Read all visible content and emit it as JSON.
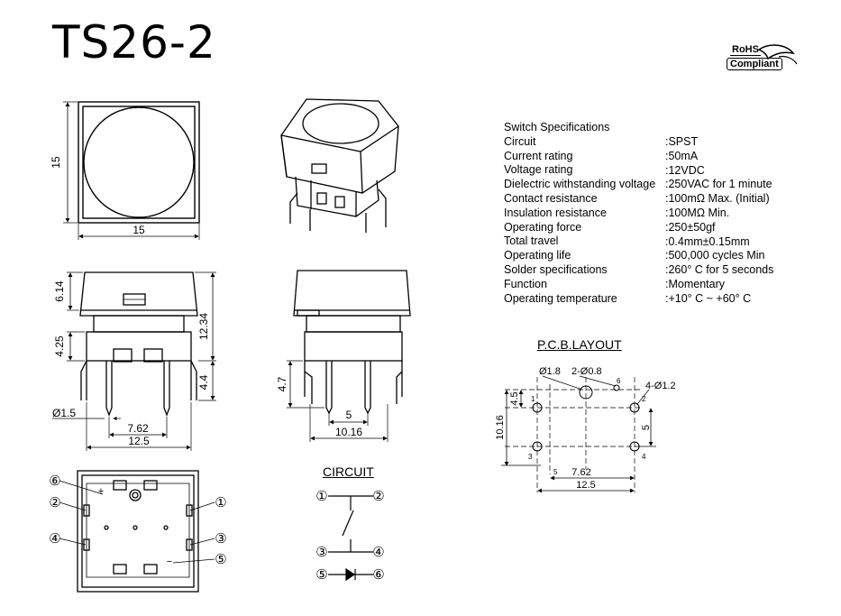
{
  "title": "TS26-2",
  "rohs": {
    "line1": "RoHS",
    "line2": "Compliant"
  },
  "specs": {
    "heading": "Switch Specifications",
    "items": [
      {
        "label": "Circuit",
        "value": ":SPST"
      },
      {
        "label": "Current rating",
        "value": ":50mA"
      },
      {
        "label": "Voltage rating",
        "value": ":12VDC"
      },
      {
        "label": "Dielectric withstanding voltage",
        "value": ":250VAC for 1 minute"
      },
      {
        "label": "Contact resistance",
        "value": ":100mΩ   Max. (Initial)"
      },
      {
        "label": "Insulation resistance",
        "value": ":100MΩ   Min."
      },
      {
        "label": "Operating force",
        "value": ":250±50gf"
      },
      {
        "label": "Total travel",
        "value": ":0.4mm±0.15mm"
      },
      {
        "label": "Operating life",
        "value": ":500,000 cycles Min"
      },
      {
        "label": "Solder specifications",
        "value": ":260°  C for 5 seconds"
      },
      {
        "label": "Function",
        "value": ":Momentary"
      },
      {
        "label": "Operating temperature",
        "value": ":+10°  C ~ +60°  C"
      }
    ]
  },
  "top_view": {
    "dim_h": "15",
    "dim_w": "15"
  },
  "front_view": {
    "dim_cap": "6.14",
    "dim_total": "12.34",
    "dim_body": "4.25",
    "dim_pin": "4.4",
    "dim_pin_dia": "Ø1.5",
    "dim_pitch": "7.62",
    "dim_width": "12.5"
  },
  "side_view": {
    "dim_pin": "4.7",
    "dim_pitch": "5",
    "dim_width": "10.16"
  },
  "circuit": {
    "title": "CIRCUIT",
    "pins": [
      "①",
      "②",
      "③",
      "④",
      "⑤",
      "⑥"
    ]
  },
  "bottom_view": {
    "pins": [
      "①",
      "②",
      "③",
      "④",
      "⑤",
      "⑥"
    ],
    "plus": "+",
    "minus": "−"
  },
  "pcb": {
    "title": "P.C.B.LAYOUT",
    "hole_large": "Ø1.8",
    "hole_small": "2-Ø0.8",
    "hole_pins": "4-Ø1.2",
    "dim_offset": "6",
    "dim_offset2": "5",
    "dim_45": "4.5",
    "dim_1016": "10.16",
    "dim_5": "5",
    "dim_762": "7.62",
    "dim_125": "12.5",
    "pin_labels": [
      "1",
      "2",
      "3",
      "4"
    ]
  }
}
